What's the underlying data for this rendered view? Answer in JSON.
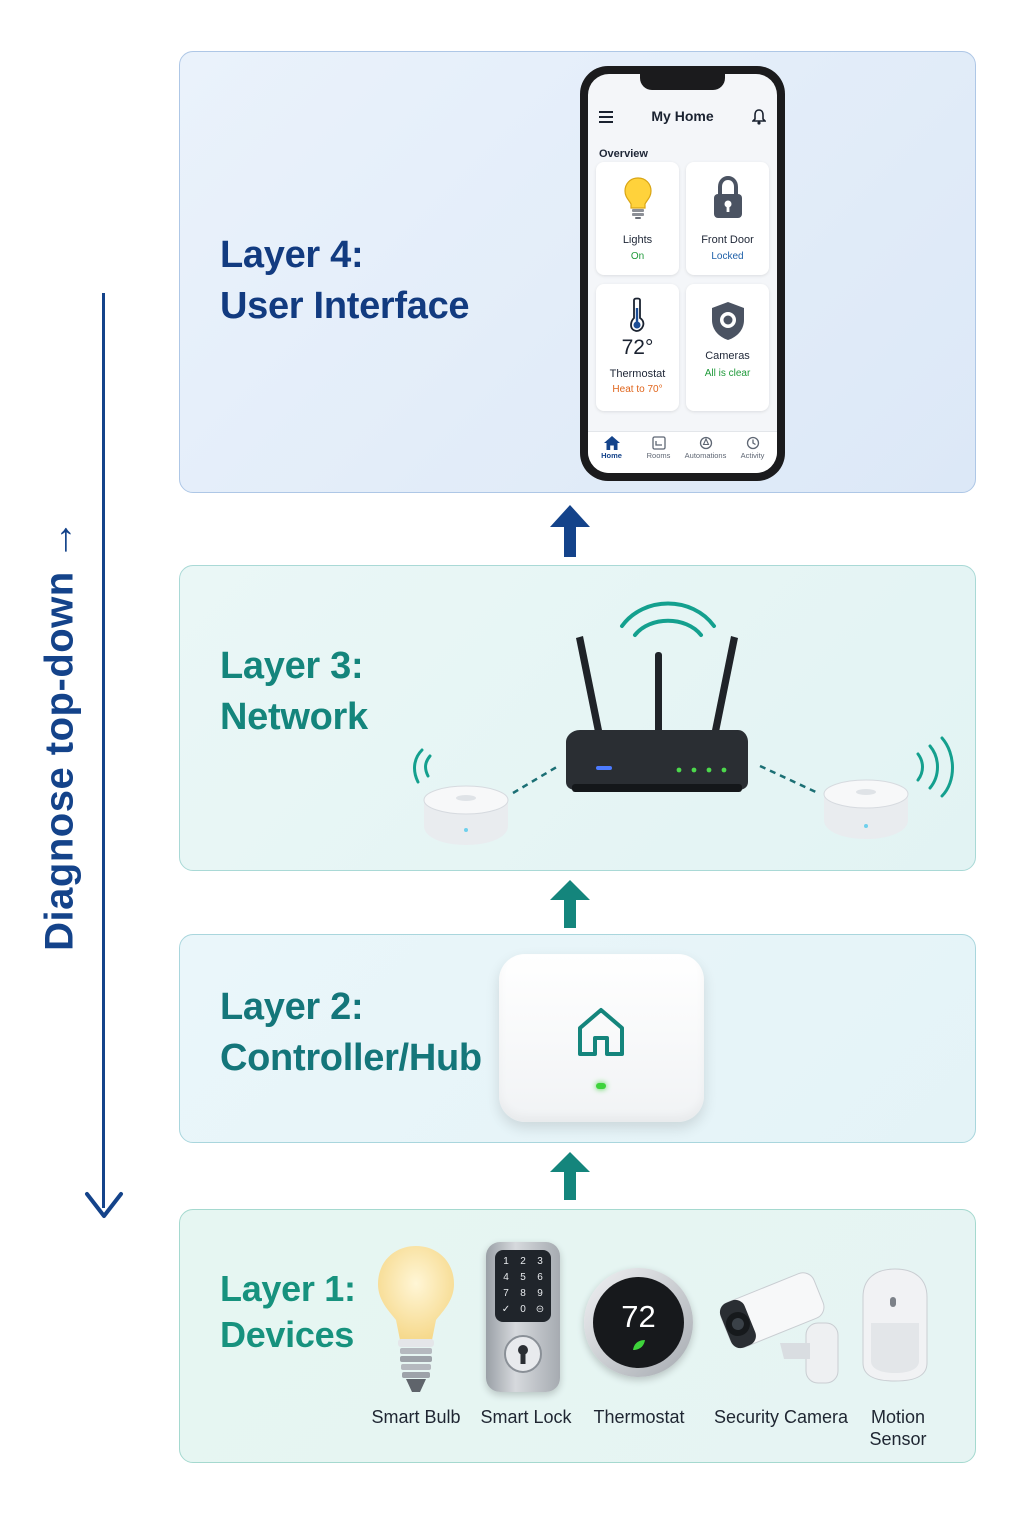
{
  "diagnose_label": "Diagnose top-down →",
  "layers": {
    "layer4": {
      "line1": "Layer 4:",
      "line2": "User Interface"
    },
    "layer3": {
      "line1": "Layer 3:",
      "line2": "Network"
    },
    "layer2": {
      "line1": "Layer 2:",
      "line2": "Controller/Hub"
    },
    "layer1": {
      "line1": "Layer 1:",
      "line2": "Devices"
    }
  },
  "app": {
    "title": "My Home",
    "section": "Overview",
    "tiles": [
      {
        "name": "Lights",
        "status": "On",
        "icon": "lightbulb-icon",
        "status_color": "#1f9a3a"
      },
      {
        "name": "Front Door",
        "status": "Locked",
        "icon": "lock-icon",
        "status_color": "#1d5fa8"
      },
      {
        "name": "Thermostat",
        "value": "72°",
        "status": "Heat to 70°",
        "icon": "thermometer-icon",
        "status_color": "#e0651c"
      },
      {
        "name": "Cameras",
        "status": "All is clear",
        "icon": "shield-camera-icon",
        "status_color": "#1f9a3a"
      }
    ],
    "tabs": [
      {
        "label": "Home",
        "icon": "home-icon"
      },
      {
        "label": "Rooms",
        "icon": "rooms-icon"
      },
      {
        "label": "Automations",
        "icon": "automations-icon"
      },
      {
        "label": "Activity",
        "icon": "activity-icon"
      }
    ]
  },
  "thermostat_display": "72",
  "lock_keys": [
    "1",
    "2",
    "3",
    "4",
    "5",
    "6",
    "7",
    "8",
    "9",
    "✓",
    "0",
    "⊝"
  ],
  "devices": [
    {
      "label": "Smart Bulb"
    },
    {
      "label": "Smart Lock"
    },
    {
      "label": "Thermostat"
    },
    {
      "label": "Security Camera"
    },
    {
      "label": "Motion Sensor"
    }
  ],
  "colors": {
    "navy": "#14438a",
    "teal": "#14857c",
    "hub_led": "#3ed33b",
    "router_led": "#4cd84c"
  }
}
